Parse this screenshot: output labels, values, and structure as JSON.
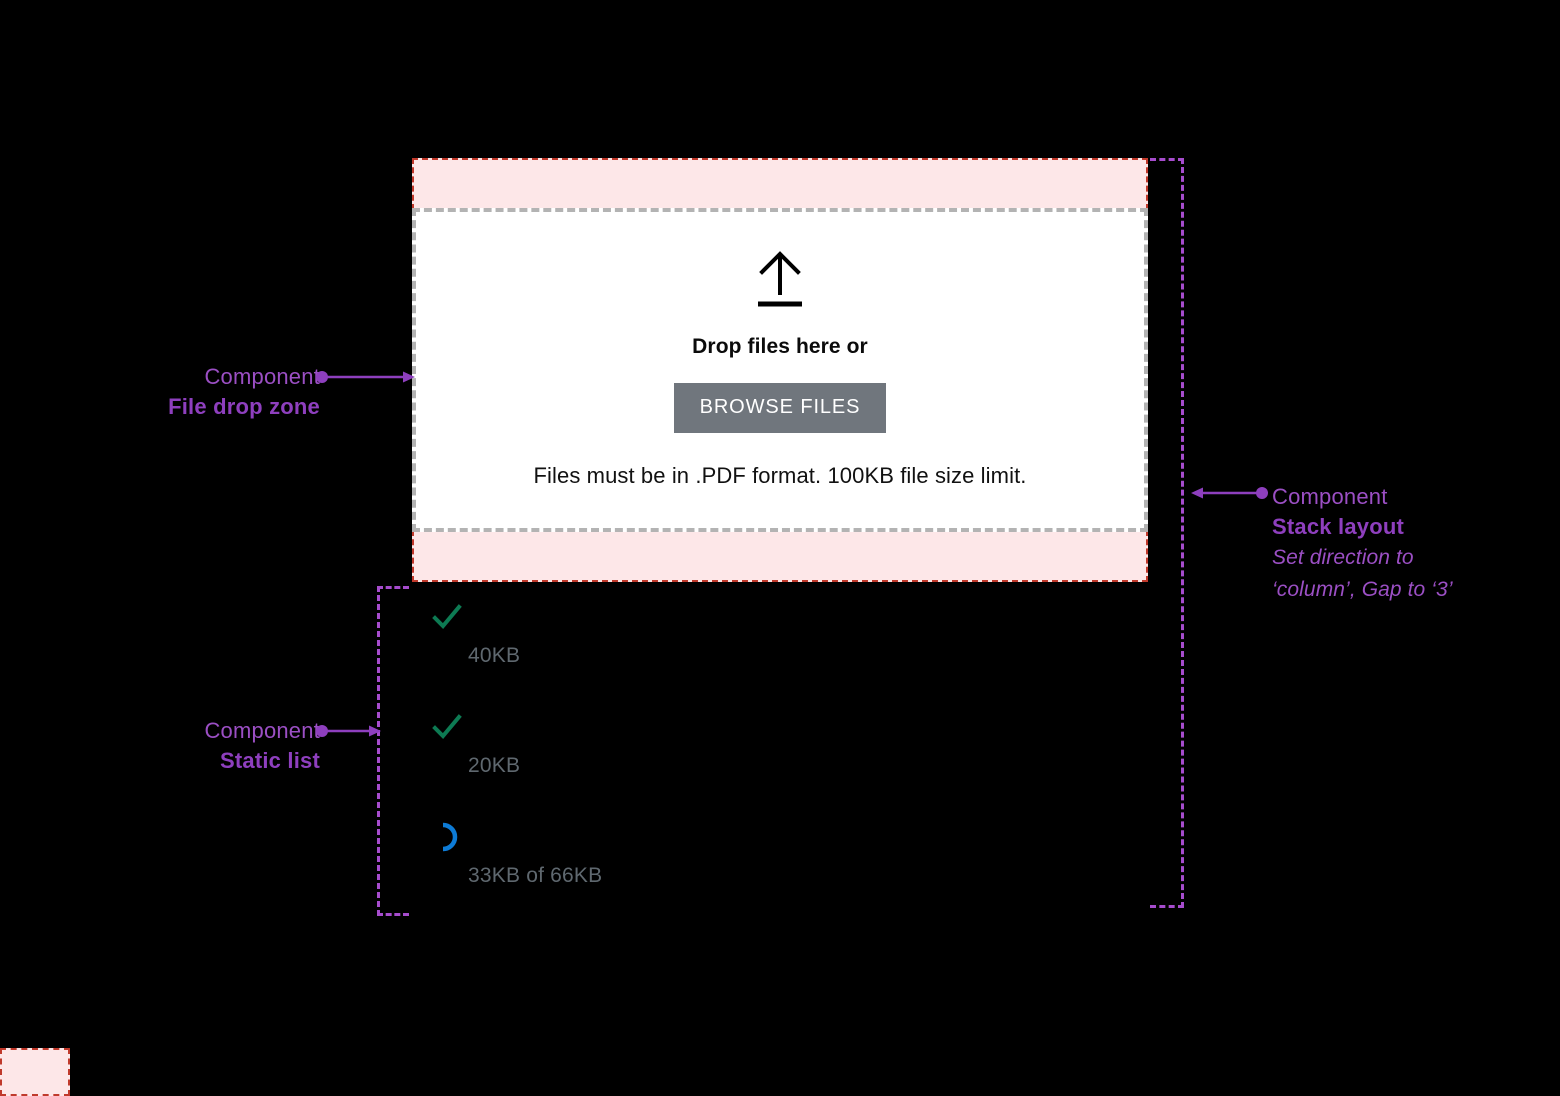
{
  "drop_zone": {
    "icon": "upload-arrow-icon",
    "title": "Drop files here or",
    "browse_label": "BROWSE FILES",
    "hint": "Files must be in .PDF format. 100KB file size limit.",
    "button_color": "#70767d",
    "border_color": "#b3b3b3",
    "background": "#ffffff"
  },
  "spacing": {
    "band_fill": "#fde7e8",
    "band_border": "#c0392b"
  },
  "file_list": {
    "items": [
      {
        "status": "complete",
        "status_icon": "check-icon",
        "name": "",
        "meta": "40KB"
      },
      {
        "status": "complete",
        "status_icon": "check-icon",
        "name": "",
        "meta": "20KB"
      },
      {
        "status": "uploading",
        "status_icon": "spinner-icon",
        "name": "",
        "meta": "33KB of 66KB"
      }
    ],
    "check_color": "#0d7a53",
    "spinner_color": "#0d7bd6",
    "meta_color": "#5f686f"
  },
  "annotations": {
    "accent": "#a64ccd",
    "drop_zone": {
      "kind": "Component",
      "name": "File drop zone"
    },
    "static_list": {
      "kind": "Component",
      "name": "Static list"
    },
    "stack_layout": {
      "kind": "Component",
      "name": "Stack layout",
      "note_line1": "Set direction to",
      "note_line2": "‘column’, Gap to ‘3’"
    }
  }
}
